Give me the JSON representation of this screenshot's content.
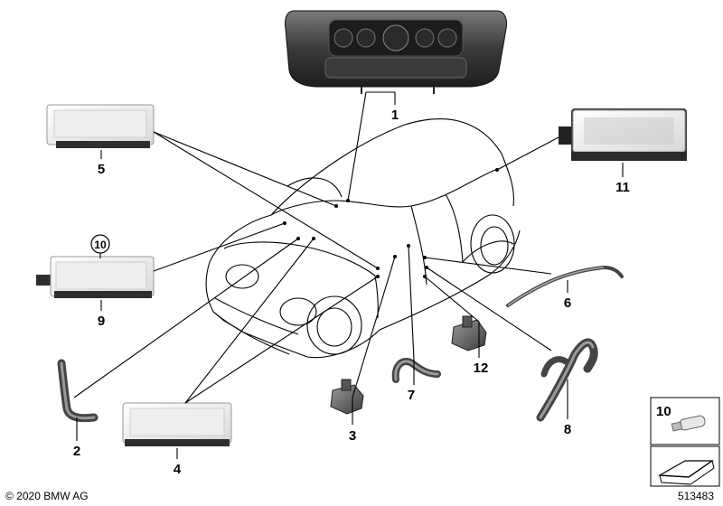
{
  "callouts": {
    "c1": "1",
    "c2": "2",
    "c3": "3",
    "c4": "4",
    "c5": "5",
    "c6": "6",
    "c7": "7",
    "c8": "8",
    "c9": "9",
    "c10": "10",
    "c11": "11",
    "c12": "12",
    "inset_10": "10"
  },
  "footer": {
    "copyright": "© 2020 BMW AG",
    "diagram_id": "513483"
  },
  "colors": {
    "line": "#000000",
    "part_dark": "#3a3a3a",
    "lamp_lens": "#ececec",
    "lamp_housing": "#2e2e2e"
  }
}
